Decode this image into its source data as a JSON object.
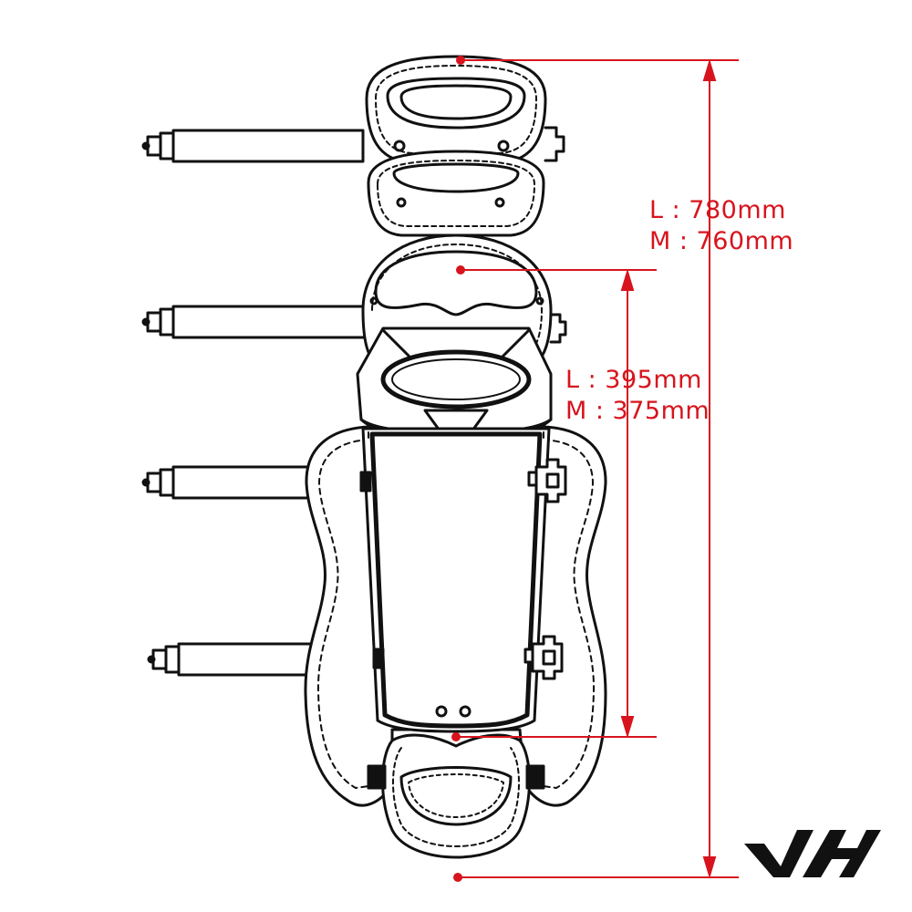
{
  "colors": {
    "line": "#111111",
    "dimension": "#d7141d",
    "pad_fill": "#ffffff",
    "logo": "#111111"
  },
  "dimensions": {
    "total_length": {
      "L": "L : 780mm",
      "M": "M : 760mm"
    },
    "shin_length": {
      "L": "L : 395mm",
      "M": "M : 375mm"
    }
  },
  "icons": [
    "buckle-icon",
    "brand-logo"
  ]
}
